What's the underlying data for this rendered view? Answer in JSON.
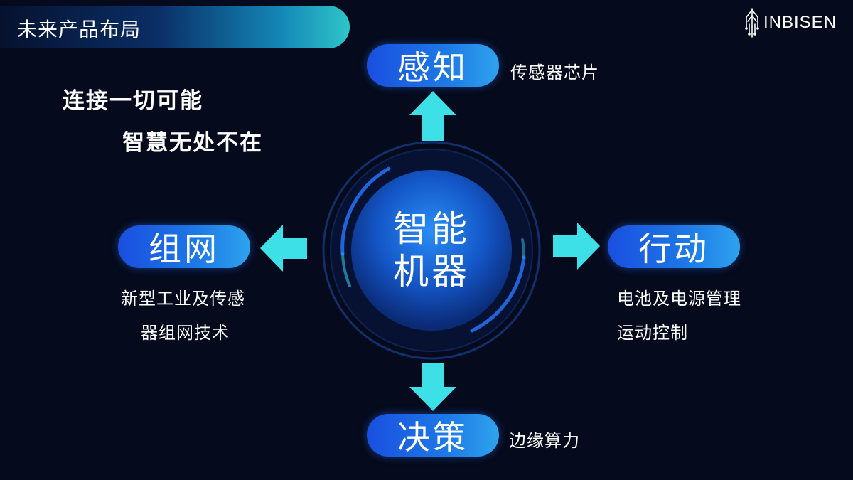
{
  "header": {
    "title": "未来产品布局"
  },
  "logo": {
    "text": "INBISEN",
    "icon": "tree-circuit-icon"
  },
  "slogans": [
    "连接一切可能",
    "智慧无处不在"
  ],
  "center": {
    "line1": "智能",
    "line2": "机器"
  },
  "nodes": {
    "top": {
      "label": "感知",
      "desc": [
        "传感器芯片"
      ]
    },
    "right": {
      "label": "行动",
      "desc": [
        "电池及电源管理",
        "运动控制"
      ]
    },
    "bottom": {
      "label": "决策",
      "desc": [
        "边缘算力"
      ]
    },
    "left": {
      "label": "组网",
      "desc": [
        "新型工业及传感",
        "器组网技术"
      ]
    }
  },
  "colors": {
    "background": "#050a1c",
    "arrow": "#3de0e6",
    "pill_start": "#1a4fe0",
    "pill_end": "#2ea3ee",
    "title_bar_end": "#2ec5c9"
  }
}
